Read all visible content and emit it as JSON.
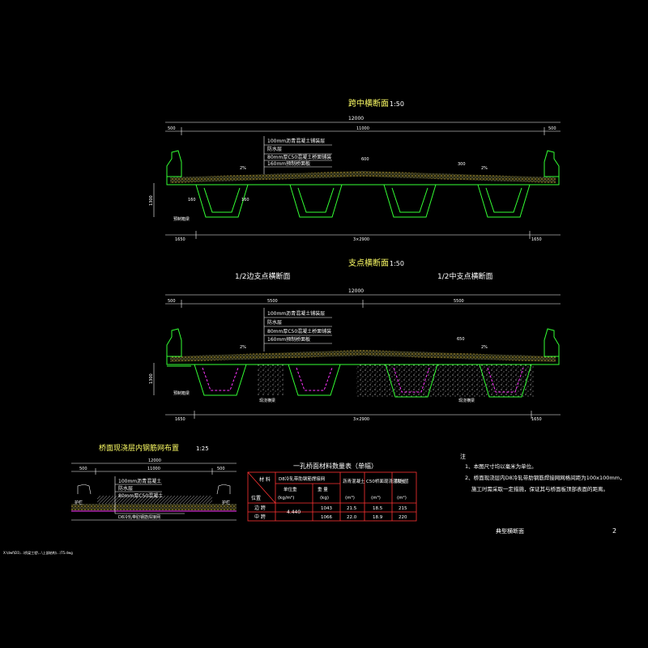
{
  "colors": {
    "background": "#000000",
    "structure": "#33ff33",
    "text": "#ffffff",
    "title": "#ffff66",
    "table": "#ff3333",
    "diaphragm": "#ff33ff"
  },
  "section1": {
    "title": "跨中横断面",
    "scale": "1:50",
    "dims_top_total": "12000",
    "dims_top": [
      "500",
      "11000",
      "500"
    ],
    "layers": [
      "100mm沥青混凝土铺装层",
      "防水层",
      "80mm厚C50混凝土桥面铺装",
      "160mm预制桥面板"
    ],
    "slope_labels": [
      "2%",
      "2%"
    ],
    "width_labels": [
      "600",
      "300"
    ],
    "height_label": "1300",
    "web_labels": [
      "160",
      "160"
    ],
    "note_label": "预制箱梁",
    "dims_bottom": [
      "1650",
      "3×2900",
      "1650"
    ]
  },
  "section2": {
    "title": "支点横断面",
    "scale": "1:50",
    "left_title": "1/2边支点横断面",
    "right_title": "1/2中支点横断面",
    "dims_top_total": "12000",
    "dims_top": [
      "500",
      "5500",
      "5500"
    ],
    "layers": [
      "100mm沥青混凝土铺装层",
      "防水层",
      "80mm厚C50混凝土桥面铺装",
      "160mm预制桥面板"
    ],
    "slope_labels": [
      "2%",
      "2%"
    ],
    "width_labels": [
      "650"
    ],
    "height_label": "1300",
    "note_labels": [
      "预制箱梁",
      "现浇横梁",
      "现浇横梁"
    ],
    "dims_bottom": [
      "1650",
      "3×2900",
      "1650"
    ]
  },
  "section3": {
    "title": "桥面现浇层内钢筋网布置",
    "scale": "1:25",
    "dims_top_total": "12000",
    "dims_top": [
      "500",
      "11000",
      "500"
    ],
    "layers": [
      "100mm沥青混凝土",
      "防水层",
      "80mm厚C50混凝土"
    ],
    "rebar_label": "D8冷轧带肋钢筋焊接网",
    "side_labels": [
      "护栏",
      "护栏"
    ]
  },
  "table": {
    "title": "一孔桥面材料数量表（单幅）",
    "header": {
      "material": "材 料",
      "position": "位置",
      "mesh": "D8冷轧带肋钢筋焊接网",
      "unit_weight": "单位重",
      "unit_weight_unit": "(kg/m²)",
      "weight": "重 量",
      "weight_unit": "(kg)",
      "asphalt": "沥青混凝土",
      "asphalt_unit": "(m³)",
      "c50": "C50桥面现浇混凝土",
      "c50_unit": "(m³)",
      "waterproof": "防水层",
      "waterproof_unit": "(m²)"
    },
    "rows": [
      {
        "position": "边 跨",
        "unit_weight": "4.440",
        "weight": "1043",
        "asphalt": "21.5",
        "c50": "18.5",
        "waterproof": "215"
      },
      {
        "position": "中 跨",
        "unit_weight": "",
        "weight": "1066",
        "asphalt": "22.0",
        "c50": "18.9",
        "waterproof": "220"
      }
    ]
  },
  "notes": {
    "heading": "注",
    "items": [
      "1、本图尺寸均以毫米为单位。",
      "2、桥面现浇层内D8冷轧带肋钢筋焊接网网格间距为100x100mm，",
      "施工时需采取一定措施，保证其与桥面板顶部表面的距离。"
    ]
  },
  "sheet_title": "典型横断面",
  "page_number": "2",
  "file_path": "X:\\dwf\\D1\\...\\桥梁工程\\...\\上部结构\\...\\T5.dwg"
}
